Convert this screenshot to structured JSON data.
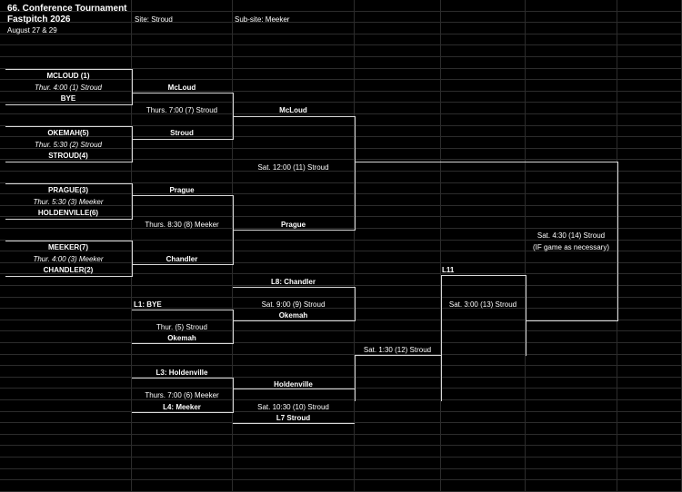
{
  "header": {
    "title_line1": "66. Conference Tournament",
    "title_line2": "Fastpitch 2026",
    "dates": "August 27 & 29",
    "site": "Site: Stroud",
    "subsite": "Sub-site: Meeker"
  },
  "round1": {
    "g1": {
      "top": "MCLOUD (1)",
      "info": "Thur. 4:00 (1) Stroud",
      "bottom": "BYE"
    },
    "g2": {
      "top": "OKEMAH(5)",
      "info": "Thur. 5:30 (2) Stroud",
      "bottom": "STROUD(4)"
    },
    "g3": {
      "top": "PRAGUE(3)",
      "info": "Thur. 5:30 (3) Meeker",
      "bottom": "HOLDENVILLE(6)"
    },
    "g4": {
      "top": "MEEKER(7)",
      "info": "Thur. 4:00 (3) Meeker",
      "bottom": "CHANDLER(2)"
    }
  },
  "round2": {
    "w1": "McLoud",
    "w2": "Stroud",
    "game7": "Thurs. 7:00 (7) Stroud",
    "w3": "Prague",
    "w4": "Chandler",
    "game8": "Thurs. 8:30 (8) Meeker"
  },
  "round3": {
    "top": "McLoud",
    "game11": "Sat. 12:00 (11) Stroud",
    "bottom": "Prague"
  },
  "championship": {
    "game14": "Sat. 4:30 (14) Stroud",
    "note": "(IF game as necessary)"
  },
  "losers": {
    "l1": "L1: BYE",
    "game5": "Thur.  (5) Stroud",
    "okemah1": "Okemah",
    "l3": "L3: Holdenville",
    "game6": "Thurs. 7:00 (6) Meeker",
    "l4": "L4: Meeker",
    "l8": "L8: Chandler",
    "game9": "Sat. 9:00 (9) Stroud",
    "okemah2": "Okemah",
    "holdenville": "Holdenville",
    "game10": "Sat. 10:30 (10) Stroud",
    "l7": "L7 Stroud",
    "game12": "Sat. 1:30 (12) Stroud",
    "l11": "L11",
    "game13": "Sat. 3:00 (13) Stroud"
  }
}
